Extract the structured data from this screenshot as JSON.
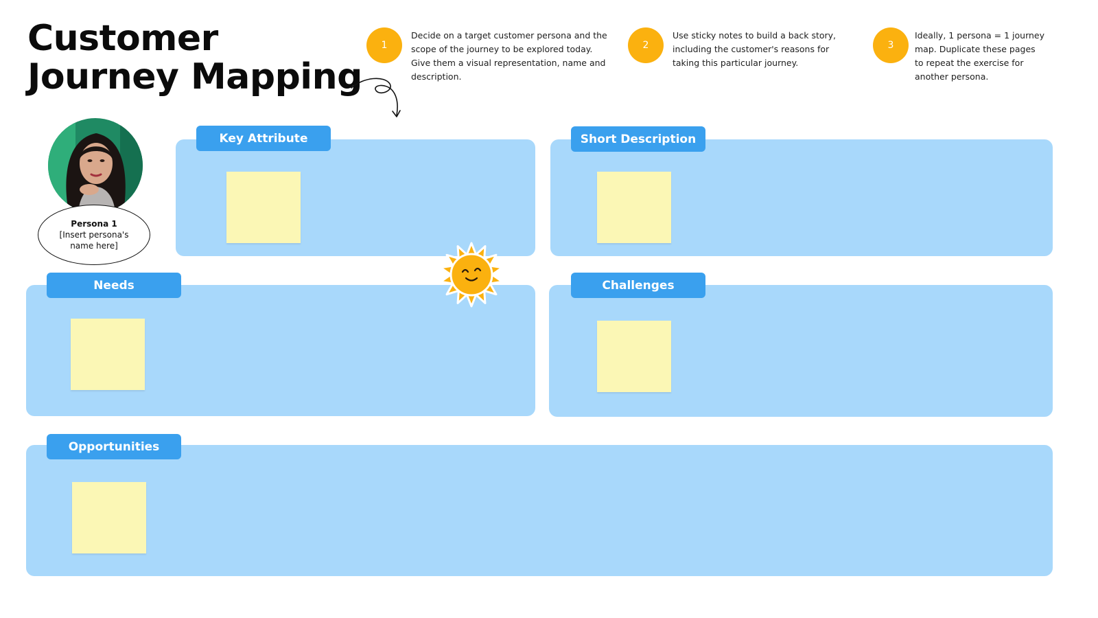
{
  "title": {
    "line1": "Customer",
    "line2": "Journey Mapping"
  },
  "steps": [
    {
      "number": "1",
      "text": "Decide on a target customer persona and the scope of the journey to be explored today. Give them a visual representation, name and description."
    },
    {
      "number": "2",
      "text": "Use sticky notes to build a back story, including the customer's reasons for taking this particular journey."
    },
    {
      "number": "3",
      "text": "Ideally, 1 persona = 1 journey map. Duplicate these pages to repeat the exercise for another persona."
    }
  ],
  "persona": {
    "name": "Persona 1",
    "placeholder": "[Insert persona's name here]"
  },
  "sections": {
    "key_attribute": "Key Attribute",
    "short_description": "Short Description",
    "needs": "Needs",
    "challenges": "Challenges",
    "opportunities": "Opportunities"
  },
  "colors": {
    "panel": "#a8d8fb",
    "tab": "#3aa0ee",
    "sticky": "#fbf7b5",
    "step_circle": "#fbb10f",
    "sun": "#fbb10f"
  },
  "icons": {
    "arrow": "curly-arrow-icon",
    "sun": "smiling-sun-icon",
    "avatar": "persona-avatar"
  }
}
